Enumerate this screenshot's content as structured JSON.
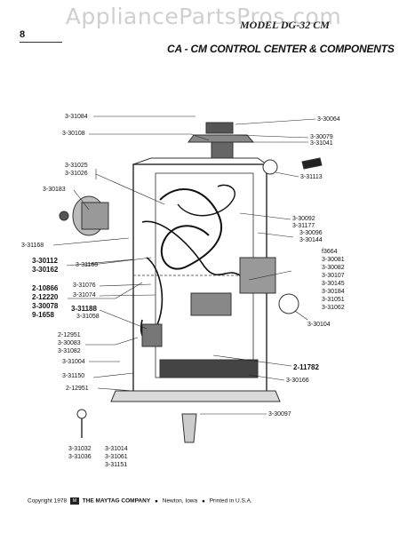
{
  "watermark": "AppliancePartsPros.com",
  "page": {
    "number": "8",
    "model": "MODEL DG-32 CM",
    "title": "CA - CM CONTROL CENTER & COMPONENTS"
  },
  "labels_left": [
    "3-31084",
    "3-30108",
    "3-31025",
    "3-31026",
    "3-30183",
    "3-31168",
    "3-30112",
    "3-30162",
    "3-31168",
    "3-31076",
    "3-31074",
    "2-10866",
    "2-12220",
    "3-30078",
    "9-1658",
    "3-31188",
    "3-31058",
    "2-12951",
    "3-30083",
    "3-31082",
    "3-31004",
    "3-31150",
    "2-12951"
  ],
  "labels_right": [
    "3-30064",
    "3-30079",
    "3-31041",
    "3-31113",
    "3-30092",
    "3-31177",
    "3-30096",
    "3-30144",
    "f3664",
    "3-30081",
    "3-30082",
    "3-30107",
    "3-30145",
    "3-30184",
    "3-31051",
    "3-31062",
    "3-30104",
    "2-11782",
    "3-30166",
    "3-30097"
  ],
  "labels_bottom": [
    "3-31032",
    "3-31036",
    "3-31014",
    "3-31061",
    "3-31151"
  ],
  "footer": {
    "copyright": "Copyright 1978",
    "company": "THE MAYTAG COMPANY",
    "city": "Newton, Iowa",
    "printed": "Printed in U.S.A.",
    "bullet": "●",
    "logo": "M"
  }
}
